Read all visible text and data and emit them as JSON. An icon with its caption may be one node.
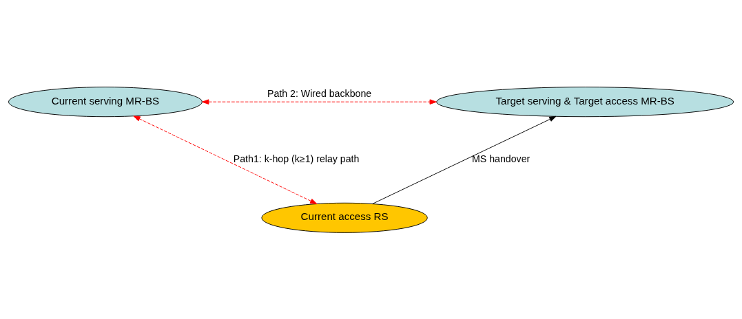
{
  "diagram": {
    "nodes": [
      {
        "text": [
          "Current serving MR-BS"
        ]
      },
      {
        "text": [
          "Target serving & Target access MR-BS"
        ]
      },
      {
        "text": [
          "Current access RS"
        ]
      }
    ],
    "edges": [
      {
        "from": 0,
        "to": 1,
        "arrow": "both",
        "label": "Path 2: Wired backbone",
        "style": "dashed",
        "color": "#ff0000"
      },
      {
        "from": 0,
        "to": 2,
        "arrow": "both",
        "label": "Path1: k-hop (k≥1) relay path",
        "style": "dashed",
        "color": "#ff0000"
      },
      {
        "from": 2,
        "to": 1,
        "arrow": "to",
        "label": "MS handover",
        "color": "#000000"
      }
    ]
  }
}
